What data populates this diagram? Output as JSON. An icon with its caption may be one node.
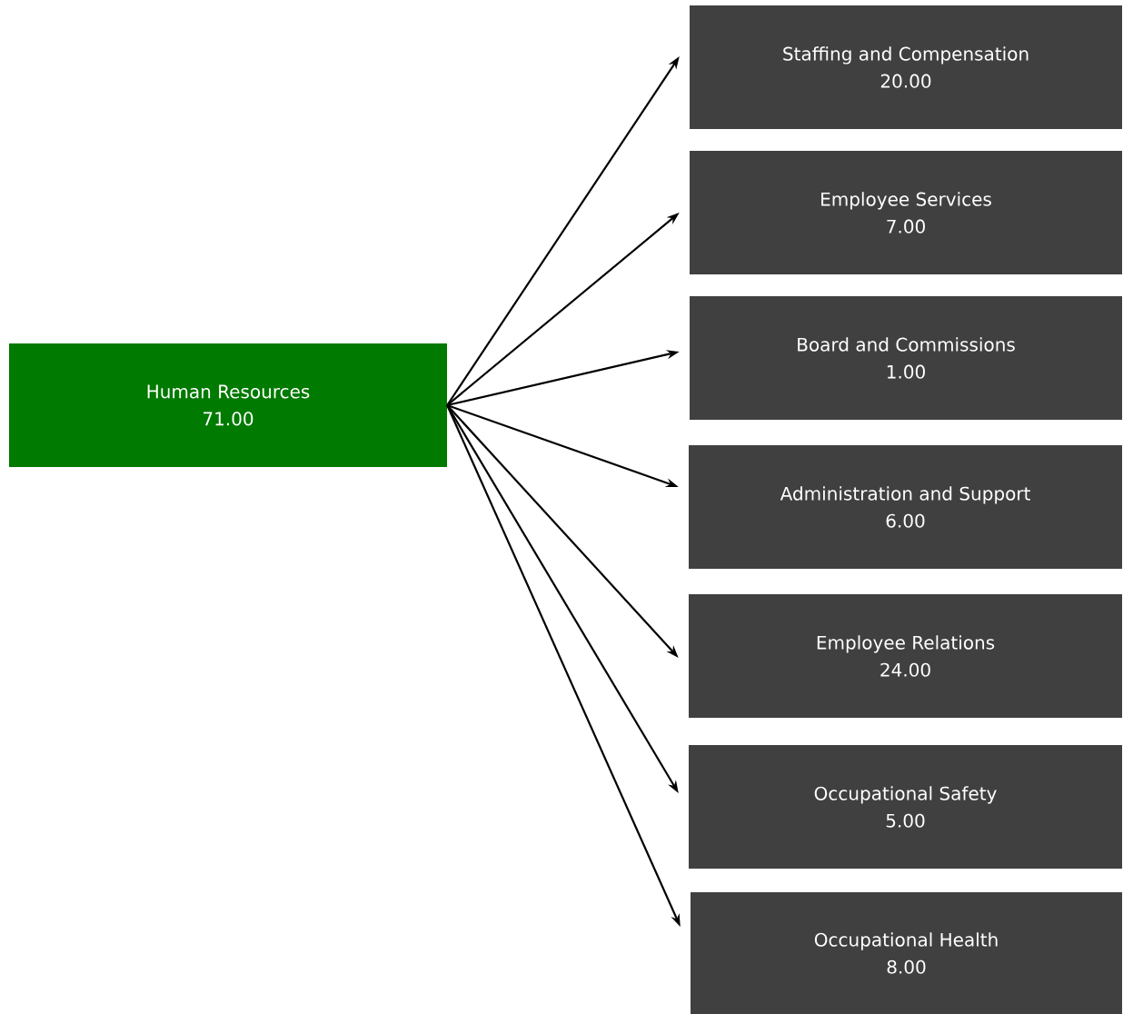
{
  "diagram": {
    "nodes": [
      {
        "text": [
          "Human Resources",
          "71.00"
        ]
      },
      {
        "text": [
          "Staffing and Compensation",
          "20.00"
        ]
      },
      {
        "text": [
          "Employee Services",
          "7.00"
        ]
      },
      {
        "text": [
          "Board and Commissions",
          "1.00"
        ]
      },
      {
        "text": [
          "Administration and Support",
          "6.00"
        ]
      },
      {
        "text": [
          "Employee Relations",
          "24.00"
        ]
      },
      {
        "text": [
          "Occupational Safety",
          "5.00"
        ]
      },
      {
        "text": [
          "Occupational Health",
          "8.00"
        ]
      }
    ],
    "edges": [
      {
        "from": 0,
        "to": 1,
        "arrow": "to"
      },
      {
        "from": 0,
        "to": 2,
        "arrow": "to"
      },
      {
        "from": 0,
        "to": 3,
        "arrow": "to"
      },
      {
        "from": 0,
        "to": 4,
        "arrow": "to"
      },
      {
        "from": 0,
        "to": 5,
        "arrow": "to"
      },
      {
        "from": 0,
        "to": 6,
        "arrow": "to"
      },
      {
        "from": 0,
        "to": 7,
        "arrow": "to"
      }
    ]
  }
}
